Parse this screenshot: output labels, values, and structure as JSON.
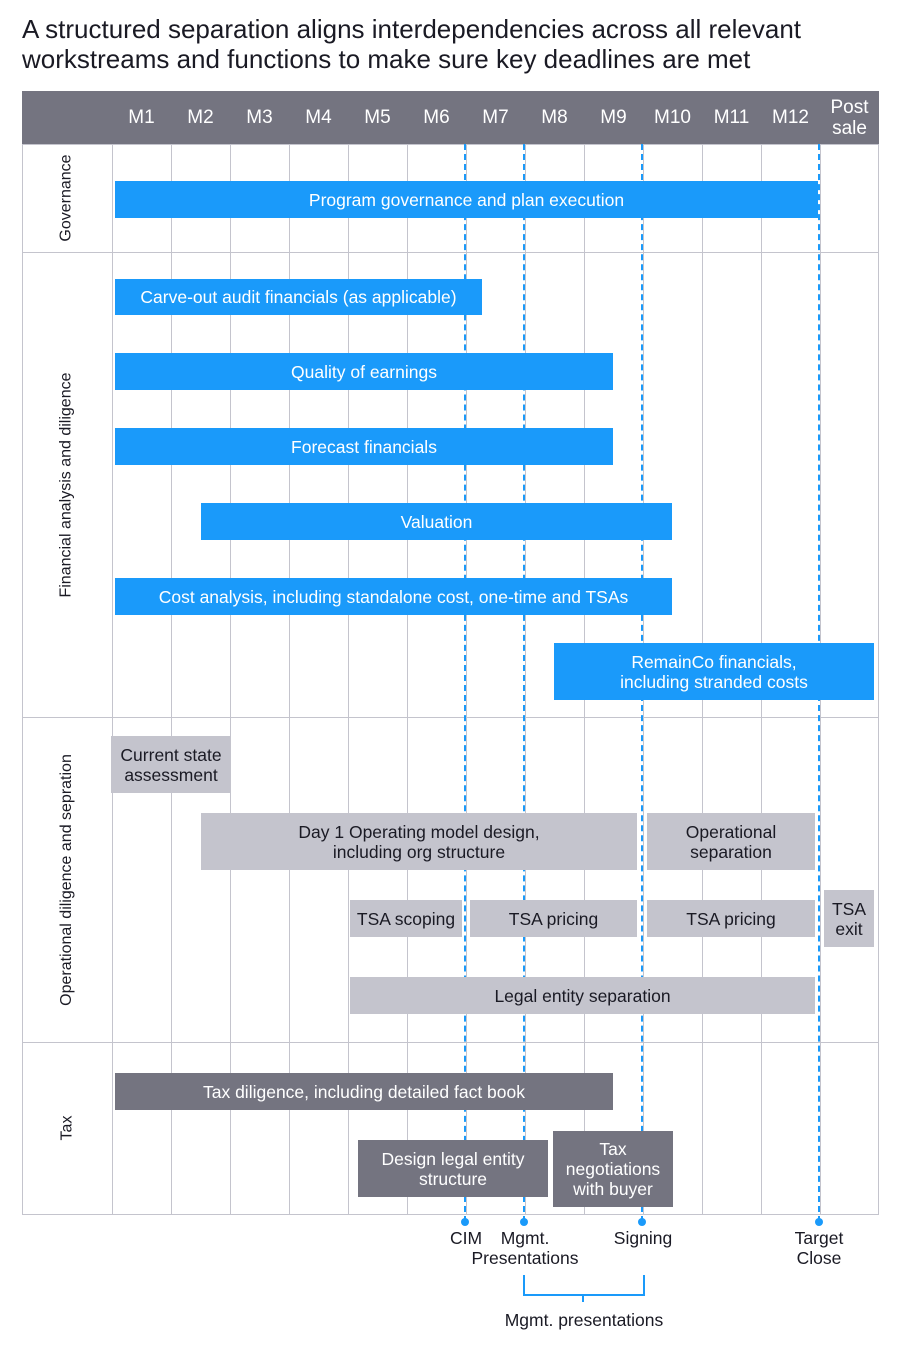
{
  "title": "A structured separation aligns interdependencies across all relevant workstreams and functions to make sure key deadlines are met",
  "months": [
    "M1",
    "M2",
    "M3",
    "M4",
    "M5",
    "M6",
    "M7",
    "M8",
    "M9",
    "M10",
    "M11",
    "M12",
    "Post\nsale"
  ],
  "lanes": {
    "governance": "Governance",
    "financial": "Financial analysis and diligence",
    "operational": "Operational diligence and sepration",
    "tax": "Tax"
  },
  "bars": {
    "program_governance": "Program governance and plan execution",
    "carve_out": "Carve-out audit financials (as applicable)",
    "quality_earnings": "Quality of earnings",
    "forecast": "Forecast financials",
    "valuation": "Valuation",
    "cost_analysis": "Cost analysis, including standalone cost, one-time and TSAs",
    "remainco": "RemainCo financials,\nincluding stranded costs",
    "current_state": "Current state\nassessment",
    "day1_model": "Day 1 Operating model design,\nincluding org structure",
    "operational_separation": "Operational\nseparation",
    "tsa_scoping": "TSA scoping",
    "tsa_pricing_1": "TSA pricing",
    "tsa_pricing_2": "TSA pricing",
    "tsa_exit": "TSA\nexit",
    "legal_entity": "Legal entity separation",
    "tax_diligence": "Tax diligence, including detailed fact book",
    "design_legal": "Design legal entity\nstructure",
    "tax_negotiations": "Tax\nnegotiations\nwith buyer"
  },
  "milestones": {
    "cim": "CIM",
    "mgmt": "Mgmt.\nPresentations",
    "signing": "Signing",
    "target_close": "Target\nClose",
    "bracket_label": "Mgmt. presentations"
  },
  "colors": {
    "header": "#747480",
    "blue_bar": "#1a9afa",
    "light_gray_bar": "#c4c4cd",
    "dark_gray_bar": "#747480",
    "milestone": "#1a9afa"
  }
}
